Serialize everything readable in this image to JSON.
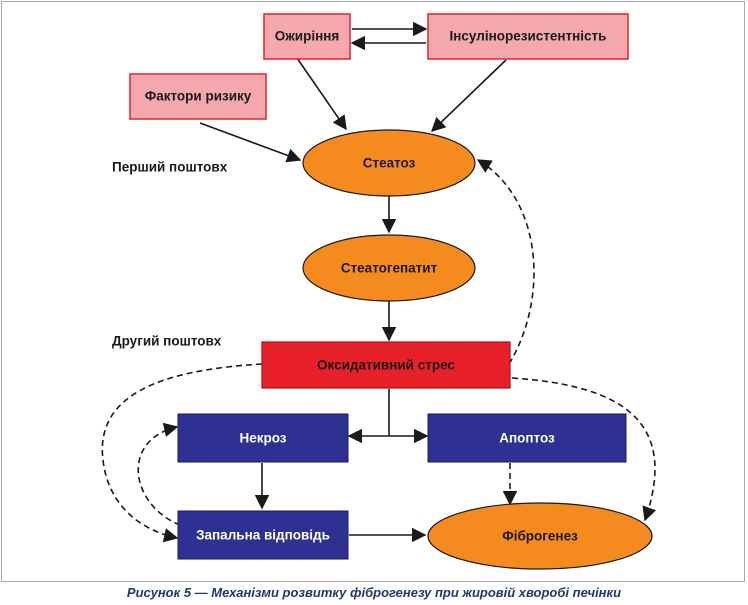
{
  "nodes": {
    "obesity": "Ожиріння",
    "insulin_resistance": "Інсулінорезистентність",
    "risk_factors": "Фактори ризику",
    "steatosis": "Стеатоз",
    "steatohepatitis": "Стеатогепатит",
    "oxidative_stress": "Оксидативний стрес",
    "necrosis": "Некроз",
    "apoptosis": "Апоптоз",
    "inflammatory_response": "Запальна відповідь",
    "fibrogenesis": "Фіброгенез"
  },
  "labels": {
    "first_hit": "Перший поштовх",
    "second_hit": "Другий поштовх"
  },
  "caption": "Рисунок 5 — Механізми розвитку фіброгенезу при жировій хворобі печінки",
  "colors": {
    "pink_box": "#f4a8ae",
    "orange_ellipse": "#f58a1f",
    "red_box": "#e8202a",
    "blue_box": "#2e3192",
    "caption_text": "#1f3a6b"
  }
}
